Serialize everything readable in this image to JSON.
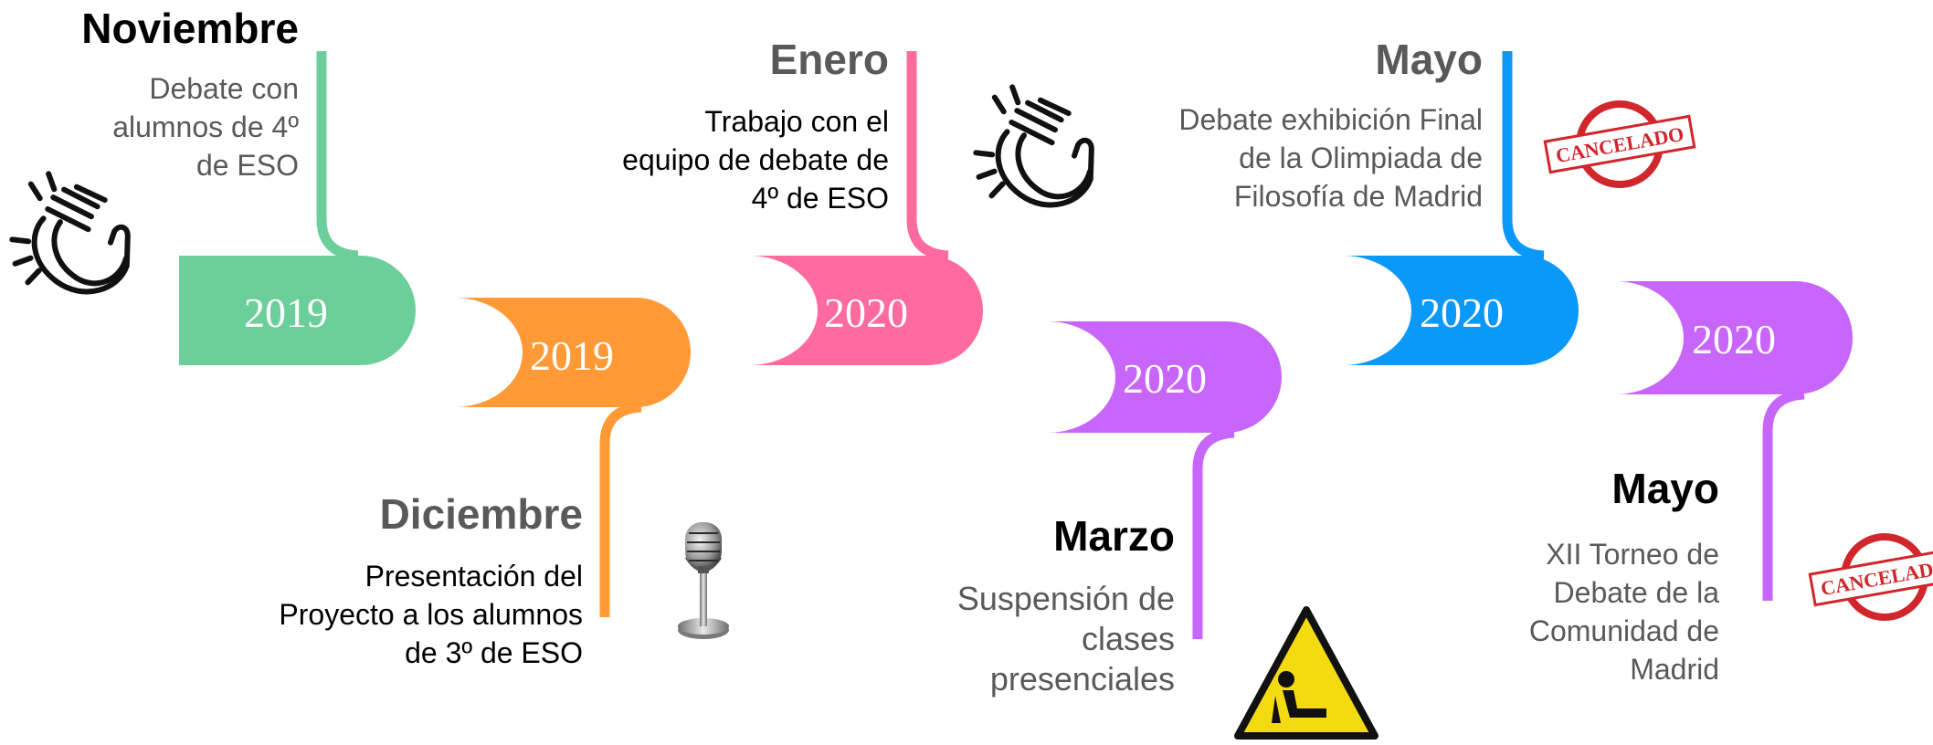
{
  "milestones": [
    {
      "year": "2019",
      "month": "Noviembre",
      "description": [
        "Debate con",
        "alumnos de 4º",
        "de ESO"
      ],
      "color": "#6ccf9b"
    },
    {
      "year": "2019",
      "month": "Diciembre",
      "description": [
        "Presentación del",
        "Proyecto a los alumnos",
        "de 3º de ESO"
      ],
      "color": "#ff9a36"
    },
    {
      "year": "2020",
      "month": "Enero",
      "description": [
        "Trabajo con el",
        "equipo de debate de",
        "4º de ESO"
      ],
      "color": "#ff6b9f"
    },
    {
      "year": "2020",
      "month": "Marzo",
      "description": [
        "Suspensión de",
        "clases",
        "presenciales"
      ],
      "color": "#c865fb"
    },
    {
      "year": "2020",
      "month": "Mayo",
      "description": [
        "Debate exhibición Final",
        "de la Olimpiada de",
        "Filosofía de Madrid"
      ],
      "color": "#0a98f9"
    },
    {
      "year": "2020",
      "month": "Mayo",
      "description": [
        "XII Torneo de",
        "Debate de la",
        "Comunidad de",
        "Madrid"
      ],
      "color": "#c865fb"
    }
  ],
  "stamps": {
    "text": "CANCELADO",
    "color": "#d0262c"
  },
  "icons": [
    "clapping-hands-icon",
    "clapping-hands-icon",
    "microphone-icon",
    "warning-sign-icon",
    "cancelado-stamp-icon",
    "cancelado-stamp-icon"
  ]
}
